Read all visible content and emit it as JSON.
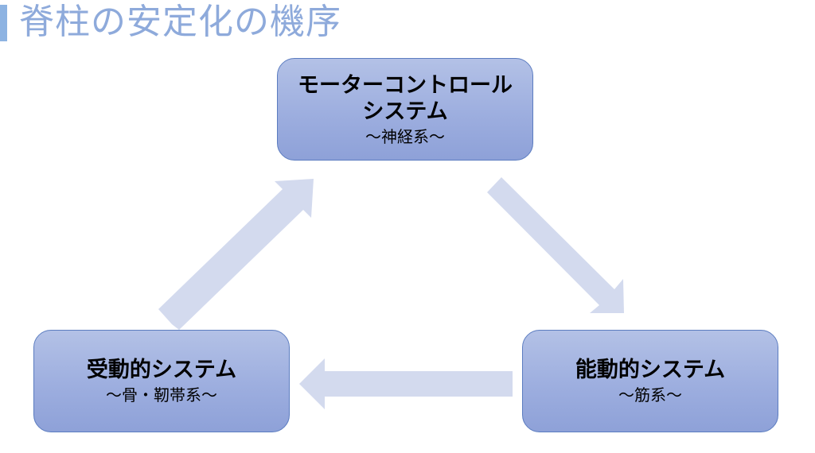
{
  "slide": {
    "title": "脊柱の安定化の機序"
  },
  "nodes": {
    "top": {
      "title_line1": "モーターコントロール",
      "title_line2": "システム",
      "subtitle": "～神経系～"
    },
    "left": {
      "title": "受動的システム",
      "subtitle": "～骨・靭帯系～"
    },
    "right": {
      "title": "能動的システム",
      "subtitle": "～筋系～"
    }
  },
  "colors": {
    "title_text": "#8eaadb",
    "title_accent_bar": "#8db3e2",
    "box_fill_top": "#b3c1e6",
    "box_fill_bottom": "#8ea1d8",
    "box_border": "#5b7cc0",
    "arrow_fill": "#d3daee"
  }
}
